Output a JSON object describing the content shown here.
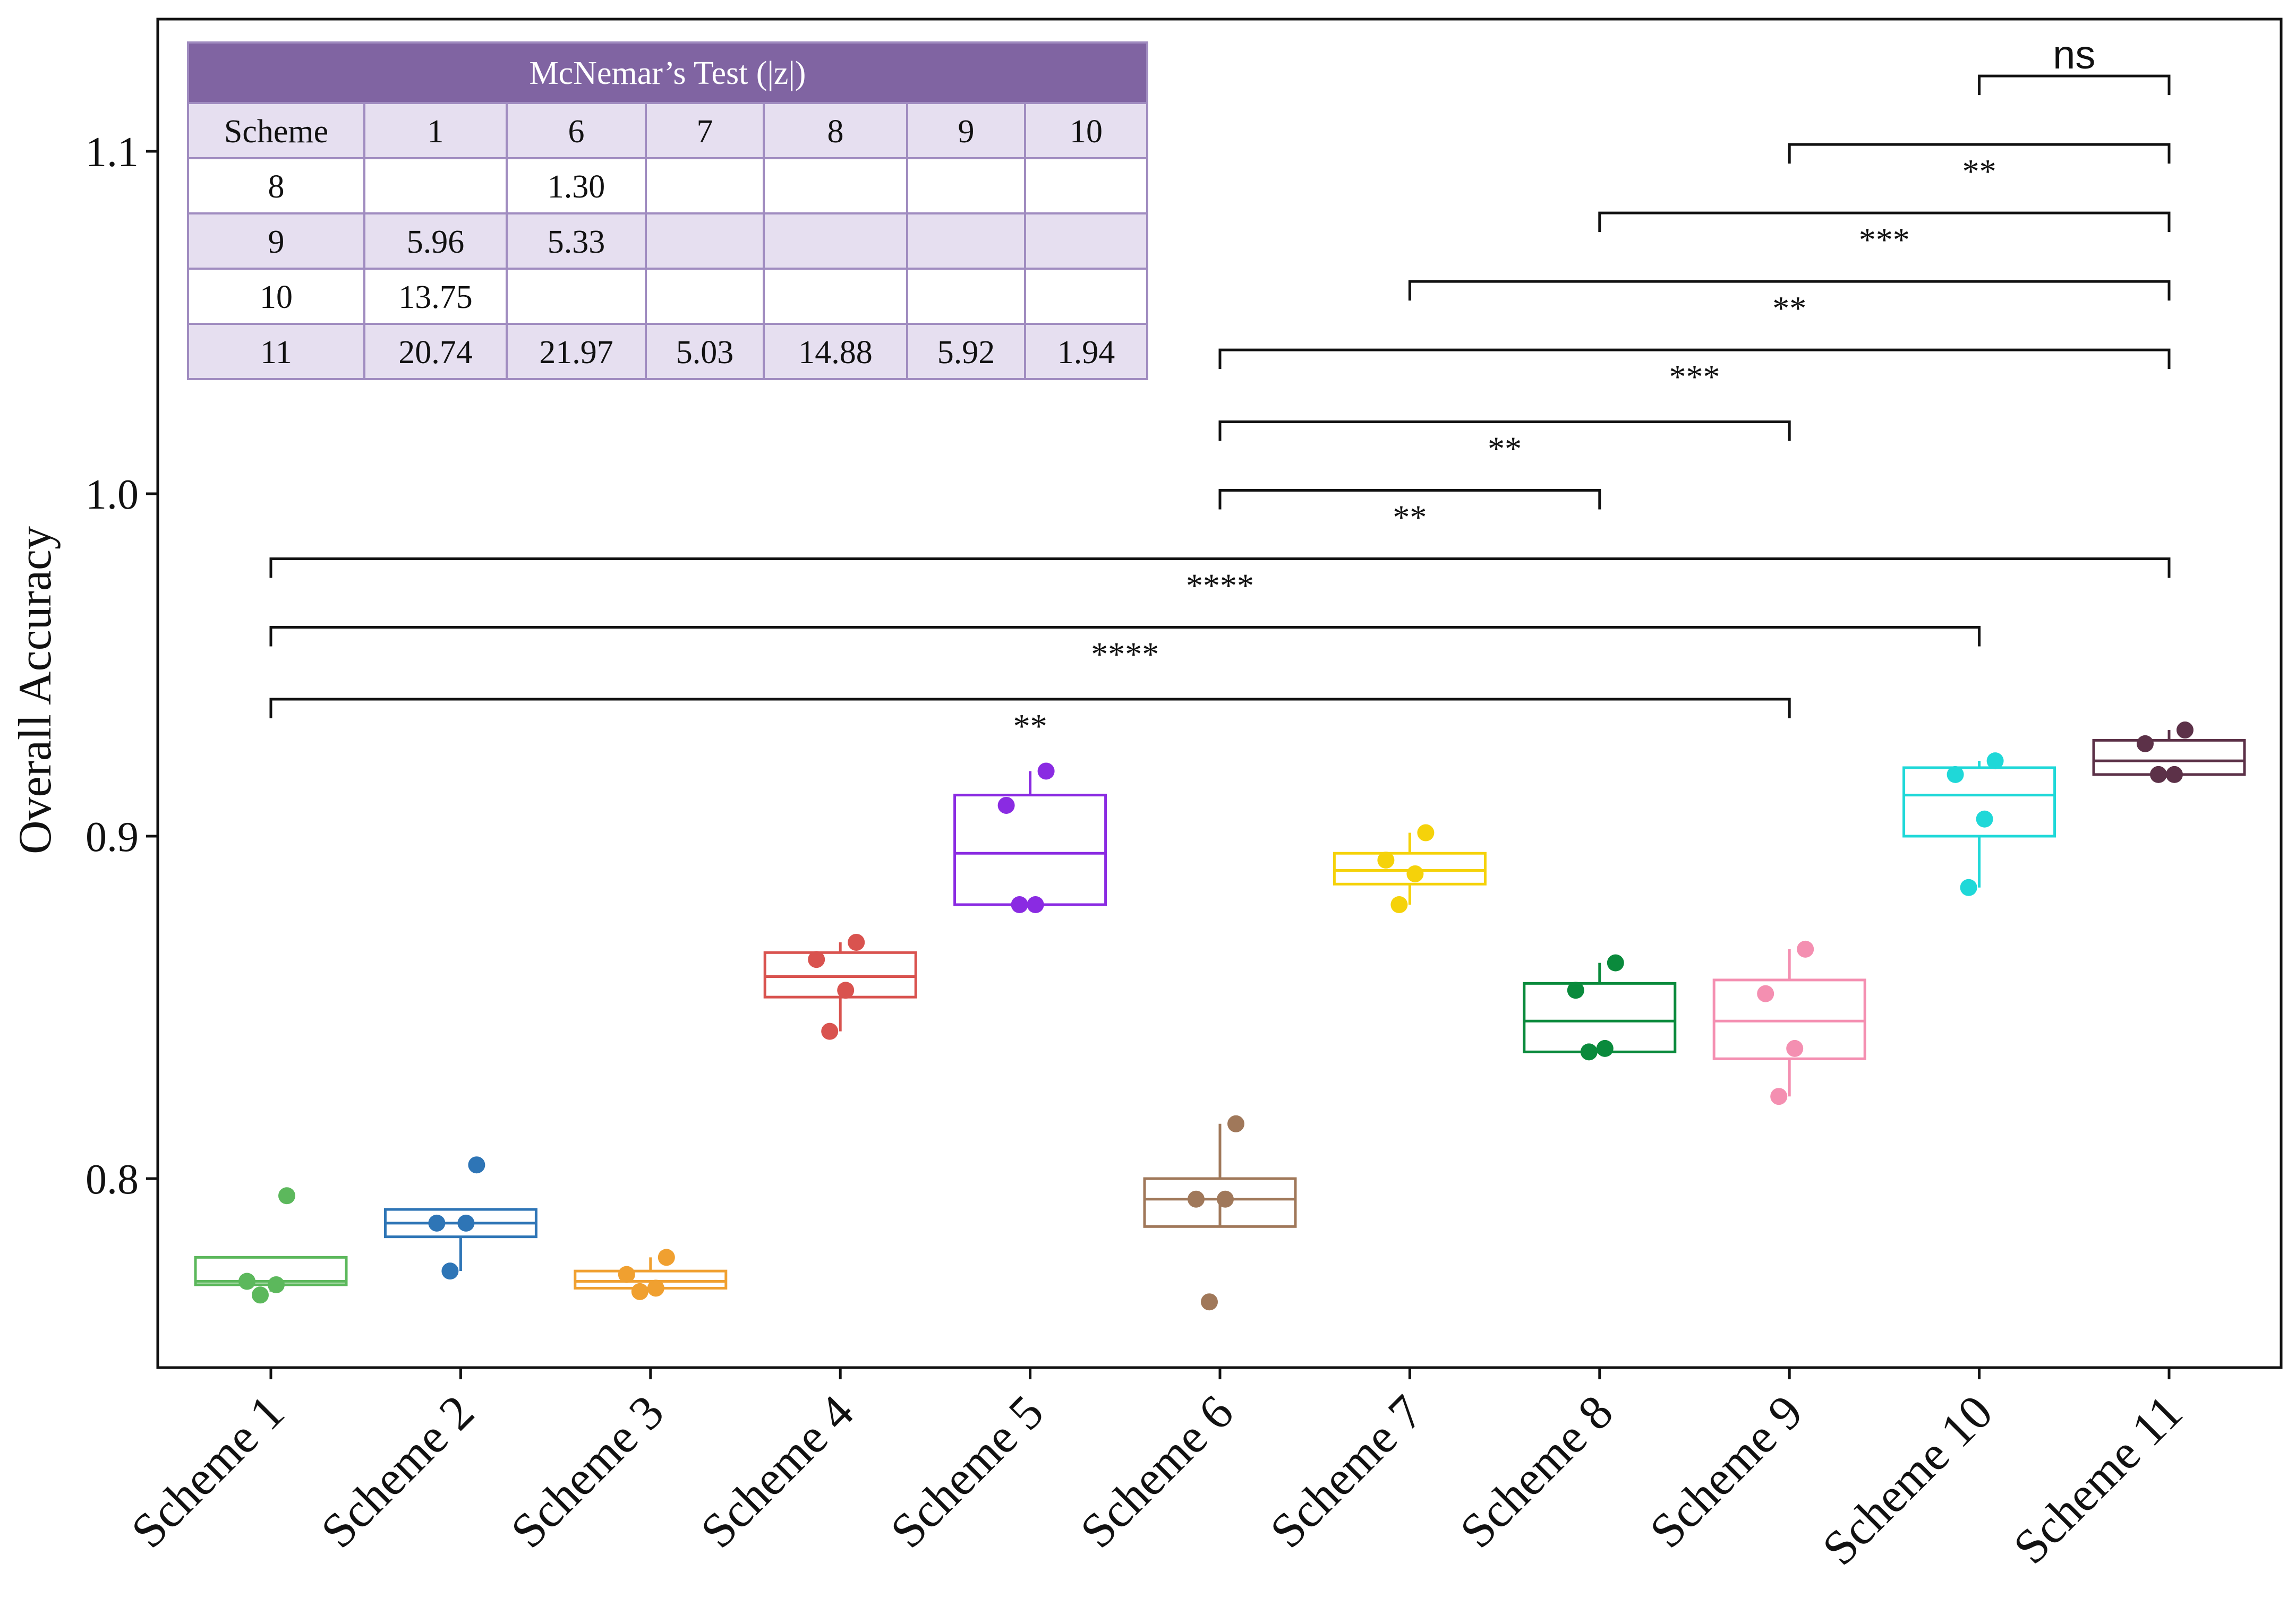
{
  "chart_data": {
    "type": "box",
    "ylabel": "Overall Accuracy",
    "xlabel": "",
    "ylim": [
      0.745,
      1.13
    ],
    "yticks": [
      0.8,
      0.9,
      1.0,
      1.1
    ],
    "ytick_labels": [
      "0.8",
      "0.9",
      "1.0",
      "1.1"
    ],
    "categories": [
      "Scheme 1",
      "Scheme 2",
      "Scheme 3",
      "Scheme 4",
      "Scheme 5",
      "Scheme 6",
      "Scheme 7",
      "Scheme 8",
      "Scheme 9",
      "Scheme 10",
      "Scheme 11"
    ],
    "series": [
      {
        "category": "Scheme 1",
        "color": "#5cb85c",
        "box": {
          "min": 0.767,
          "q1": 0.769,
          "median": 0.77,
          "q3": 0.777,
          "max": 0.777
        },
        "points": [
          0.795,
          0.77,
          0.769,
          0.766
        ]
      },
      {
        "category": "Scheme 2",
        "color": "#2e75b6",
        "box": {
          "min": 0.773,
          "q1": 0.783,
          "median": 0.787,
          "q3": 0.791,
          "max": 0.791
        },
        "points": [
          0.804,
          0.787,
          0.787,
          0.773
        ]
      },
      {
        "category": "Scheme 3",
        "color": "#f0a030",
        "box": {
          "min": 0.767,
          "q1": 0.768,
          "median": 0.77,
          "q3": 0.773,
          "max": 0.777
        },
        "points": [
          0.777,
          0.772,
          0.768,
          0.767
        ]
      },
      {
        "category": "Scheme 4",
        "color": "#d9534f",
        "box": {
          "min": 0.843,
          "q1": 0.853,
          "median": 0.859,
          "q3": 0.866,
          "max": 0.869
        },
        "points": [
          0.869,
          0.864,
          0.855,
          0.843
        ]
      },
      {
        "category": "Scheme 5",
        "color": "#8a2be2",
        "box": {
          "min": 0.88,
          "q1": 0.88,
          "median": 0.895,
          "q3": 0.912,
          "max": 0.919
        },
        "points": [
          0.919,
          0.909,
          0.88,
          0.88
        ]
      },
      {
        "category": "Scheme 6",
        "color": "#a0785a",
        "box": {
          "min": 0.794,
          "q1": 0.786,
          "median": 0.794,
          "q3": 0.8,
          "max": 0.816
        },
        "points": [
          0.816,
          0.794,
          0.794,
          0.764
        ]
      },
      {
        "category": "Scheme 7",
        "color": "#f5d20a",
        "box": {
          "min": 0.88,
          "q1": 0.886,
          "median": 0.89,
          "q3": 0.895,
          "max": 0.901
        },
        "points": [
          0.901,
          0.893,
          0.889,
          0.88
        ]
      },
      {
        "category": "Scheme 8",
        "color": "#0a8a3c",
        "box": {
          "min": 0.837,
          "q1": 0.837,
          "median": 0.846,
          "q3": 0.857,
          "max": 0.863
        },
        "points": [
          0.863,
          0.855,
          0.838,
          0.837
        ]
      },
      {
        "category": "Scheme 9",
        "color": "#f48fb1",
        "box": {
          "min": 0.824,
          "q1": 0.835,
          "median": 0.846,
          "q3": 0.858,
          "max": 0.867
        },
        "points": [
          0.867,
          0.854,
          0.838,
          0.824
        ]
      },
      {
        "category": "Scheme 10",
        "color": "#1fd8d8",
        "box": {
          "min": 0.885,
          "q1": 0.9,
          "median": 0.912,
          "q3": 0.92,
          "max": 0.922
        },
        "points": [
          0.922,
          0.918,
          0.905,
          0.885
        ]
      },
      {
        "category": "Scheme 11",
        "color": "#5c3148",
        "box": {
          "min": 0.918,
          "q1": 0.918,
          "median": 0.922,
          "q3": 0.928,
          "max": 0.931
        },
        "points": [
          0.931,
          0.927,
          0.918,
          0.918
        ]
      }
    ],
    "significance": [
      {
        "from": "Scheme 10",
        "to": "Scheme 11",
        "y": 1.122,
        "label": "ns"
      },
      {
        "from": "Scheme 9",
        "to": "Scheme 11",
        "y": 1.102,
        "label": "**"
      },
      {
        "from": "Scheme 8",
        "to": "Scheme 11",
        "y": 1.082,
        "label": "***"
      },
      {
        "from": "Scheme 7",
        "to": "Scheme 11",
        "y": 1.062,
        "label": "**"
      },
      {
        "from": "Scheme 6",
        "to": "Scheme 11",
        "y": 1.042,
        "label": "***"
      },
      {
        "from": "Scheme 6",
        "to": "Scheme 9",
        "y": 1.021,
        "label": "**"
      },
      {
        "from": "Scheme 6",
        "to": "Scheme 8",
        "y": 1.001,
        "label": "**"
      },
      {
        "from": "Scheme 1",
        "to": "Scheme 11",
        "y": 0.981,
        "label": "****"
      },
      {
        "from": "Scheme 1",
        "to": "Scheme 10",
        "y": 0.961,
        "label": "****"
      },
      {
        "from": "Scheme 1",
        "to": "Scheme 9",
        "y": 0.94,
        "label": "**"
      }
    ],
    "inset_table": {
      "title": "McNemar’s Test (|z|)",
      "header": [
        "Scheme",
        "1",
        "6",
        "7",
        "8",
        "9",
        "10"
      ],
      "rows": [
        [
          "8",
          "",
          "1.30",
          "",
          "",
          "",
          ""
        ],
        [
          "9",
          "5.96",
          "5.33",
          "",
          "",
          "",
          ""
        ],
        [
          "10",
          "13.75",
          "",
          "",
          "",
          "",
          ""
        ],
        [
          "11",
          "20.74",
          "21.97",
          "5.03",
          "14.88",
          "5.92",
          "1.94"
        ]
      ],
      "header_color": "#8064a2",
      "band_color": "#e6dff0",
      "border_color": "#a08cc0"
    }
  }
}
